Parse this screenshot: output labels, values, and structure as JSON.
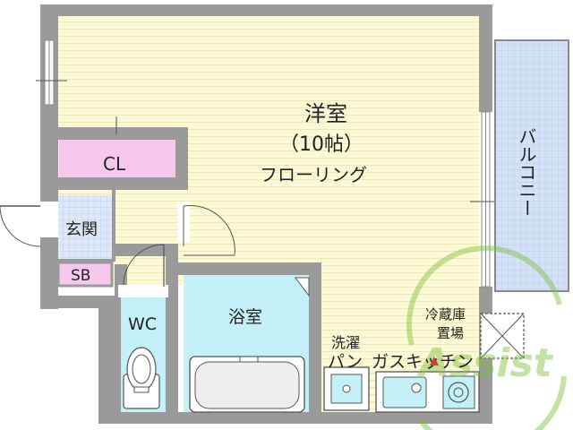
{
  "rooms": {
    "western_room": {
      "name": "洋室",
      "size": "（10帖）",
      "floor": "フローリング"
    },
    "closet": "CL",
    "entrance": "玄関",
    "shoe_box": "SB",
    "toilet": "WC",
    "bathroom": "浴室",
    "balcony": "バルコニー",
    "washer_pan": {
      "line1": "洗濯",
      "line2": "パン"
    },
    "gas_kitchen": "ガスキッチン",
    "fridge_space": {
      "line1": "冷蔵庫",
      "line2": "置場"
    }
  },
  "watermark": "Assist",
  "colors": {
    "wall": "#9a9a9a",
    "room_fill": "#fbf9d6",
    "room_stripe": "#e8e3b2",
    "closet": "#f7c8ee",
    "wet_area": "#c4f1f7",
    "balcony": "#d6e4f8",
    "entrance": "#d9e6f8",
    "watermark": "#7cbf3b"
  }
}
